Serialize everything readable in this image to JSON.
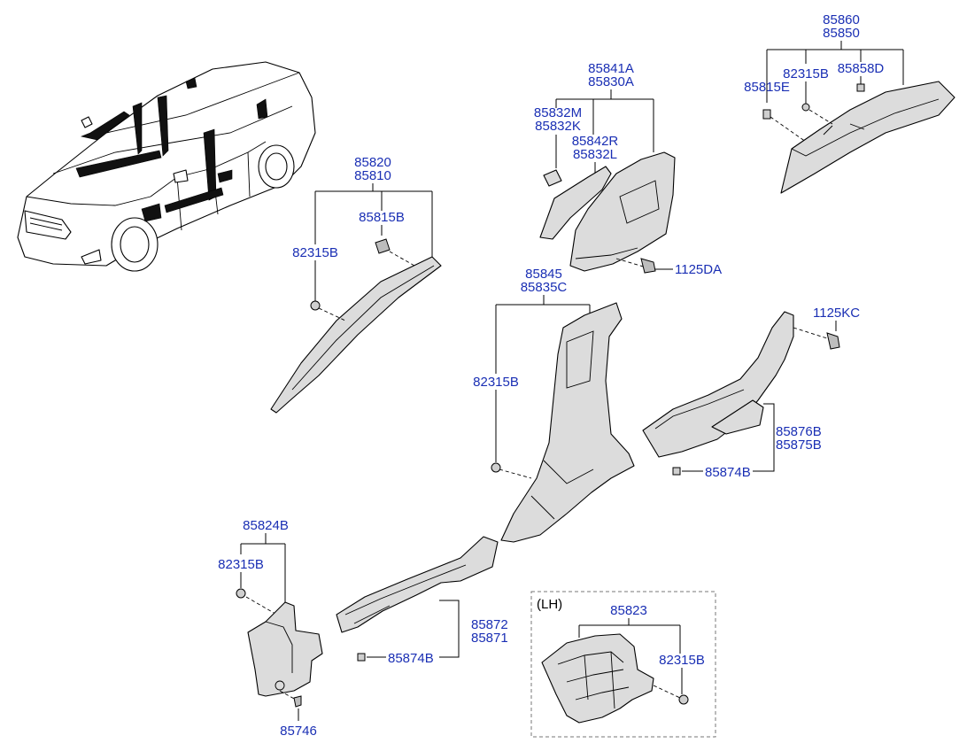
{
  "labels": {
    "p85860": "85860",
    "p85850": "85850",
    "p82315B_c_pillar": "82315B",
    "p85858D": "85858D",
    "p85815E": "85815E",
    "p85841A": "85841A",
    "p85830A": "85830A",
    "p85832M": "85832M",
    "p85832K": "85832K",
    "p85842R": "85842R",
    "p85832L": "85832L",
    "p1125DA": "1125DA",
    "p85820": "85820",
    "p85810": "85810",
    "p85815B": "85815B",
    "p82315B_a_pillar": "82315B",
    "p85845": "85845",
    "p85835C": "85835C",
    "p82315B_b_pillar": "82315B",
    "p1125KC": "1125KC",
    "p85876B": "85876B",
    "p85875B": "85875B",
    "p85874B_rear": "85874B",
    "p85824B": "85824B",
    "p82315B_cowl": "82315B",
    "p85872": "85872",
    "p85871": "85871",
    "p85874B_front": "85874B",
    "p85746": "85746",
    "lh_tag": "(LH)",
    "p85823": "85823",
    "p82315B_lh": "82315B"
  }
}
